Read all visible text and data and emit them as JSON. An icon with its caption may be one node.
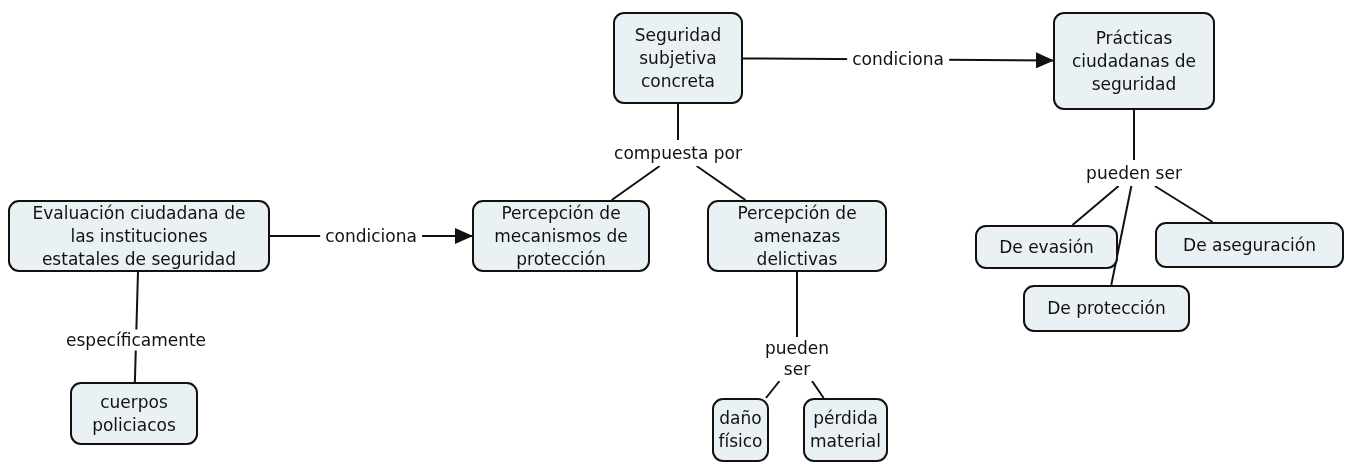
{
  "diagram": {
    "nodes": [
      {
        "text": [
          "Seguridad subjetiva concreta"
        ]
      },
      {
        "text": [
          "Prácticas ciudadanas de seguridad"
        ]
      },
      {
        "text": [
          "compuesta por"
        ]
      },
      {
        "text": [
          "pueden ser"
        ]
      },
      {
        "text": [
          "Evaluación ciudadana de las instituciones estatales de seguridad"
        ]
      },
      {
        "text": [
          "Percepción de mecanismos de protección"
        ]
      },
      {
        "text": [
          "Percepción de amenazas delictivas"
        ]
      },
      {
        "text": [
          "De evasión"
        ]
      },
      {
        "text": [
          "De aseguración"
        ]
      },
      {
        "text": [
          "De protección"
        ]
      },
      {
        "text": [
          "pueden ser"
        ]
      },
      {
        "text": [
          "cuerpos policiacos"
        ]
      },
      {
        "text": [
          "daño físico"
        ]
      },
      {
        "text": [
          "pérdida material"
        ]
      }
    ],
    "edges": [
      {
        "from": 0,
        "to": 1,
        "arrow": "to",
        "label": "condiciona"
      },
      {
        "from": 0,
        "to": 2,
        "arrow": "none"
      },
      {
        "from": 2,
        "to": 5,
        "arrow": "none"
      },
      {
        "from": 2,
        "to": 6,
        "arrow": "none"
      },
      {
        "from": 1,
        "to": 3,
        "arrow": "none"
      },
      {
        "from": 3,
        "to": 7,
        "arrow": "none"
      },
      {
        "from": 3,
        "to": 9,
        "arrow": "none"
      },
      {
        "from": 3,
        "to": 8,
        "arrow": "none"
      },
      {
        "from": 4,
        "to": 5,
        "arrow": "to",
        "label": "condiciona"
      },
      {
        "from": 4,
        "to": 11,
        "arrow": "none",
        "label": "específicamente"
      },
      {
        "from": 6,
        "to": 10,
        "arrow": "none"
      },
      {
        "from": 10,
        "to": 12,
        "arrow": "none"
      },
      {
        "from": 10,
        "to": 13,
        "arrow": "none"
      }
    ]
  }
}
